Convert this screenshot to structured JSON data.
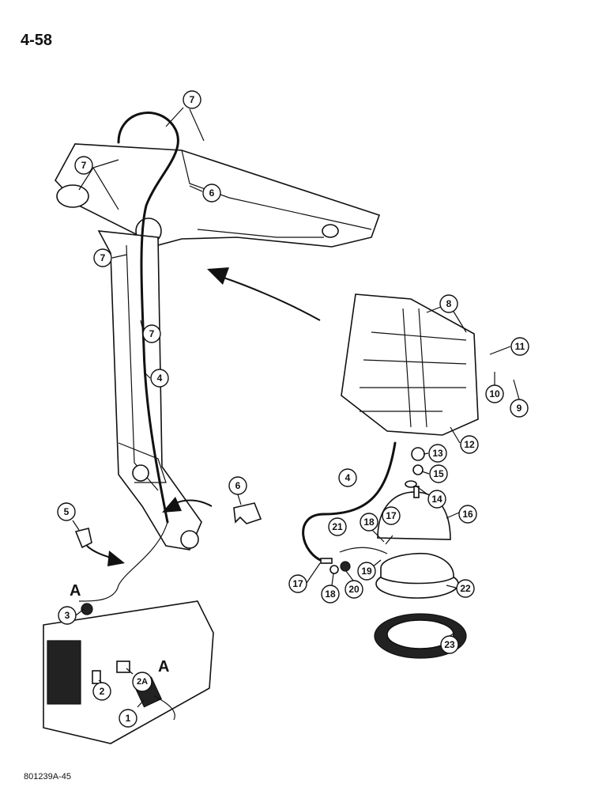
{
  "page": {
    "number": "4-58",
    "diagram_code": "801239A-45"
  },
  "letter_callouts": [
    "A",
    "A"
  ],
  "callouts": [
    {
      "label": "7"
    },
    {
      "label": "7"
    },
    {
      "label": "6"
    },
    {
      "label": "7"
    },
    {
      "label": "7"
    },
    {
      "label": "4"
    },
    {
      "label": "8"
    },
    {
      "label": "11"
    },
    {
      "label": "10"
    },
    {
      "label": "9"
    },
    {
      "label": "12"
    },
    {
      "label": "13"
    },
    {
      "label": "15"
    },
    {
      "label": "14"
    },
    {
      "label": "4"
    },
    {
      "label": "16"
    },
    {
      "label": "21"
    },
    {
      "label": "18"
    },
    {
      "label": "17"
    },
    {
      "label": "19"
    },
    {
      "label": "17"
    },
    {
      "label": "18"
    },
    {
      "label": "20"
    },
    {
      "label": "22"
    },
    {
      "label": "23"
    },
    {
      "label": "6"
    },
    {
      "label": "5"
    },
    {
      "label": "3"
    },
    {
      "label": "2A"
    },
    {
      "label": "2"
    },
    {
      "label": "1"
    }
  ]
}
